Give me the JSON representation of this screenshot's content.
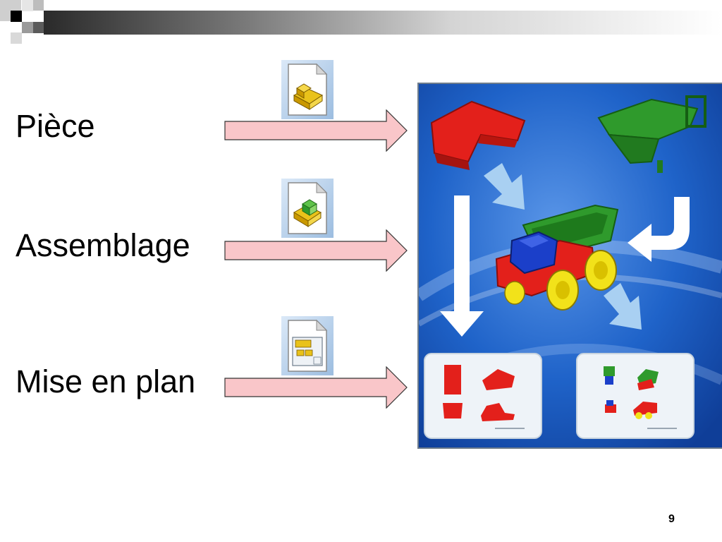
{
  "slide": {
    "labels": [
      "Pièce",
      "Assemblage",
      "Mise en plan"
    ],
    "page_number": "9"
  },
  "icons": [
    "part-file-icon",
    "assembly-file-icon",
    "drawing-file-icon"
  ],
  "colors": {
    "arrow_fill": "#f9c6c9",
    "panel_bg": "#1f63c9",
    "part_red": "#e3201b",
    "part_green": "#2f9a2c",
    "wheel_yellow": "#f2e21a",
    "cab_blue": "#1b3fc9"
  }
}
